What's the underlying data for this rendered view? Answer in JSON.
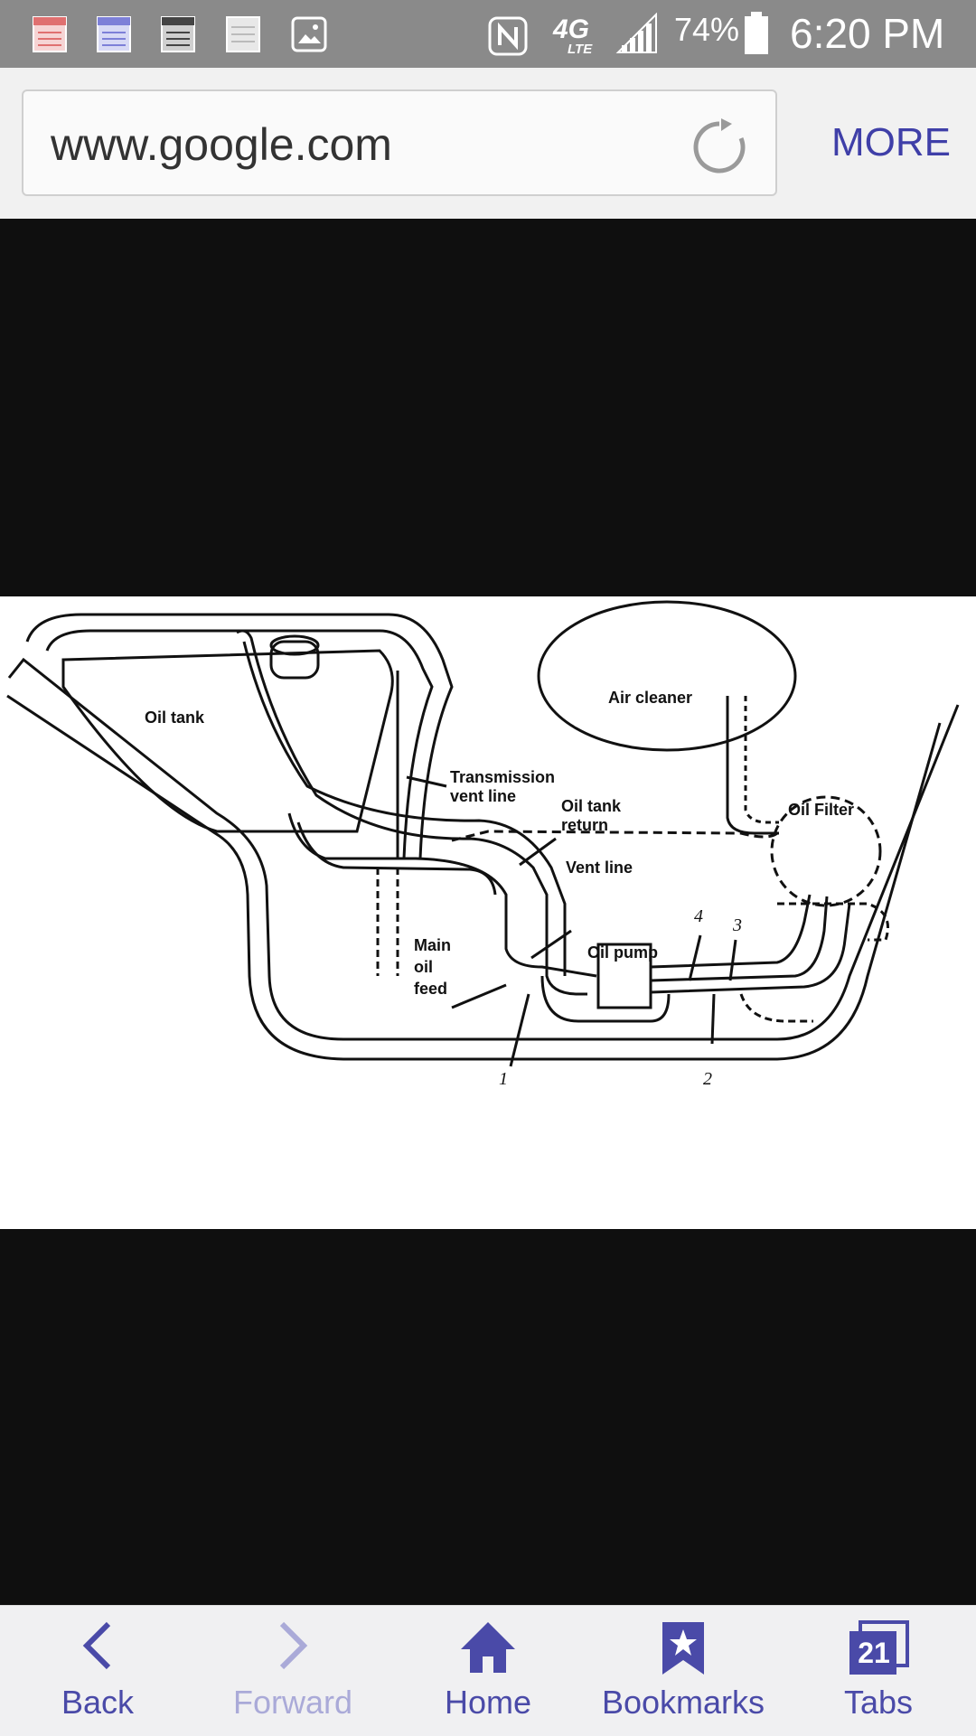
{
  "status_bar": {
    "battery": "74%",
    "time": "6:20 PM",
    "network": "4G LTE"
  },
  "browser": {
    "url": "www.google.com",
    "more_label": "MORE"
  },
  "diagram": {
    "labels": {
      "oil_tank": "Oil tank",
      "air_cleaner": "Air cleaner",
      "oil_filter": "Oil Filter",
      "transmission_vent_1": "Transmission",
      "transmission_vent_2": "vent line",
      "oil_tank_return_1": "Oil tank",
      "oil_tank_return_2": "return",
      "vent_line": "Vent line",
      "main_oil_feed_1": "Main",
      "main_oil_feed_2": "oil",
      "main_oil_feed_3": "feed",
      "oil_pump": "Oil pump",
      "num_1": "1",
      "num_2": "2",
      "num_3": "3",
      "num_4": "4"
    }
  },
  "bottom_nav": {
    "back": "Back",
    "forward": "Forward",
    "home": "Home",
    "bookmarks": "Bookmarks",
    "tabs": "Tabs",
    "tab_count": "21"
  },
  "colors": {
    "accent": "#4a4aa8",
    "status_bar": "#8a8a8a",
    "content_bg": "#0f0f0f"
  }
}
